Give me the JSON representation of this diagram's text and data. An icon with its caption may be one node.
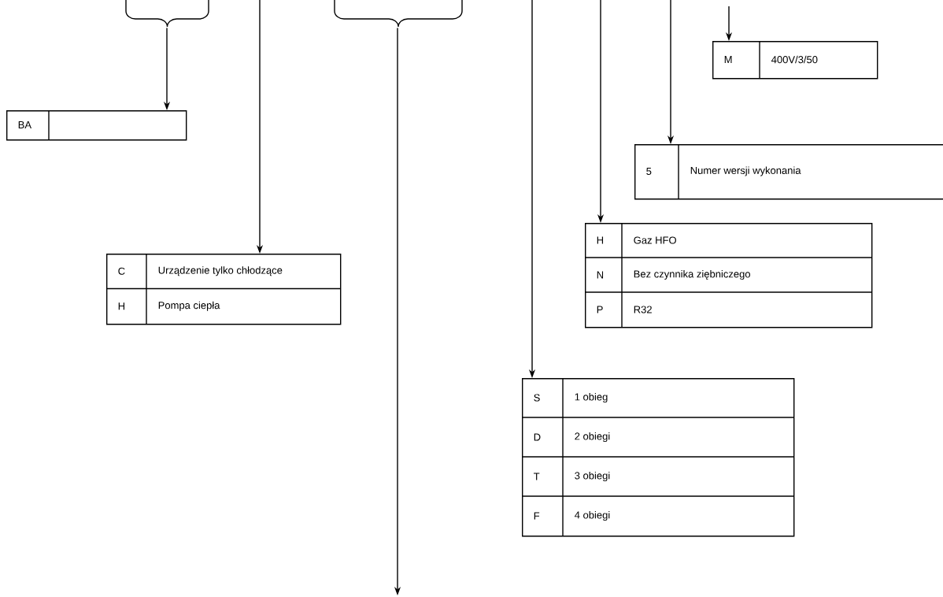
{
  "diagram": {
    "nodes": [
      {
        "text": [
          "BA"
        ]
      },
      {
        "text": [
          "C",
          "Urządzenie tylko chłodzące",
          "H",
          "Pompa ciepła"
        ]
      },
      {
        "text": [
          "M",
          "400V/3/50"
        ]
      },
      {
        "text": [
          "5",
          "Numer wersji wykonania"
        ]
      },
      {
        "text": [
          "H",
          "Gaz HFO",
          "N",
          "Bez czynnika ziębniczego",
          "P",
          "R32"
        ]
      },
      {
        "text": [
          "S",
          "1 obieg",
          "D",
          "2 obiegi",
          "T",
          "3 obiegi",
          "F",
          "4 obiegi"
        ]
      },
      {
        "text": [],
        "shape": "bracket"
      },
      {
        "text": [],
        "shape": "bracket"
      }
    ],
    "edges": [
      {
        "from": 6,
        "to": 0,
        "arrow": "to"
      },
      {
        "from": 7,
        "to": null,
        "arrow": "to"
      },
      {
        "from": null,
        "to": 1,
        "arrow": "to"
      },
      {
        "from": null,
        "to": 2,
        "arrow": "to"
      },
      {
        "from": null,
        "to": 3,
        "arrow": "to"
      },
      {
        "from": null,
        "to": 4,
        "arrow": "to"
      },
      {
        "from": null,
        "to": 5,
        "arrow": "to"
      }
    ]
  }
}
